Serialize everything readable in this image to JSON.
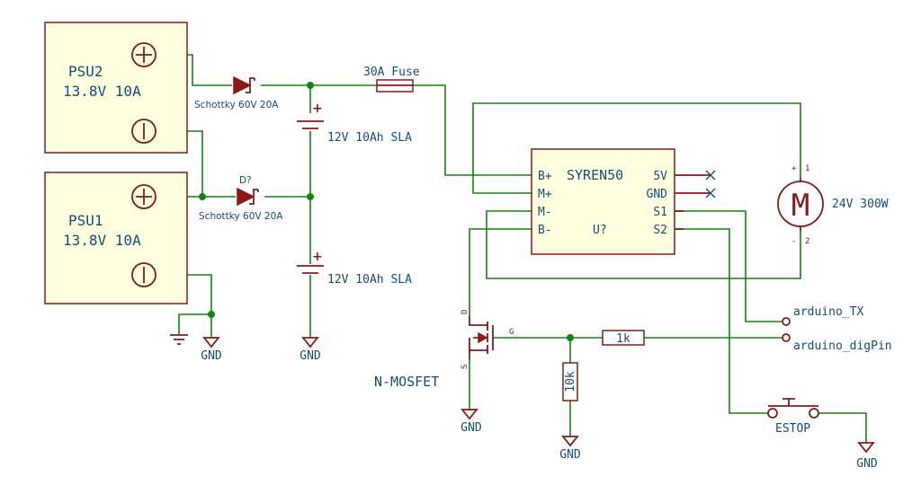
{
  "psu2": {
    "name": "PSU2",
    "rating": "13.8V 10A"
  },
  "psu1": {
    "name": "PSU1",
    "rating": "13.8V 10A"
  },
  "diode_top": {
    "value": "Schottky 60V 20A"
  },
  "diode_bottom": {
    "ref": "D?",
    "value": "Schottky 60V 20A"
  },
  "fuse": {
    "value": "30A Fuse"
  },
  "battery_top": {
    "value": "12V 10Ah SLA"
  },
  "battery_bottom": {
    "value": "12V 10Ah SLA"
  },
  "syren": {
    "name": "SYREN50",
    "ref": "U?",
    "pins_left": [
      "B+",
      "M+",
      "M-",
      "B-"
    ],
    "pins_right": [
      "5V",
      "GND",
      "S1",
      "S2"
    ]
  },
  "motor": {
    "value": "24V 300W",
    "symbol": "M",
    "pin1": "1",
    "pin2": "2",
    "plus": "+",
    "minus": "-"
  },
  "mosfet": {
    "name": "N-MOSFET",
    "d": "D",
    "g": "G",
    "s": "S"
  },
  "resistor_series": {
    "value": "1k"
  },
  "resistor_pulldown": {
    "value": "10k"
  },
  "nets": {
    "arduino_tx": "arduino_TX",
    "arduino_dig": "arduino_digPin"
  },
  "estop": {
    "label": "ESTOP"
  },
  "gnd_labels": [
    "GND",
    "GND",
    "GND",
    "GND",
    "GND"
  ],
  "colors": {
    "wire": "#128512",
    "component": "#8a1a1a",
    "text": "#134f76",
    "ic_fill": "#ffffe0"
  }
}
